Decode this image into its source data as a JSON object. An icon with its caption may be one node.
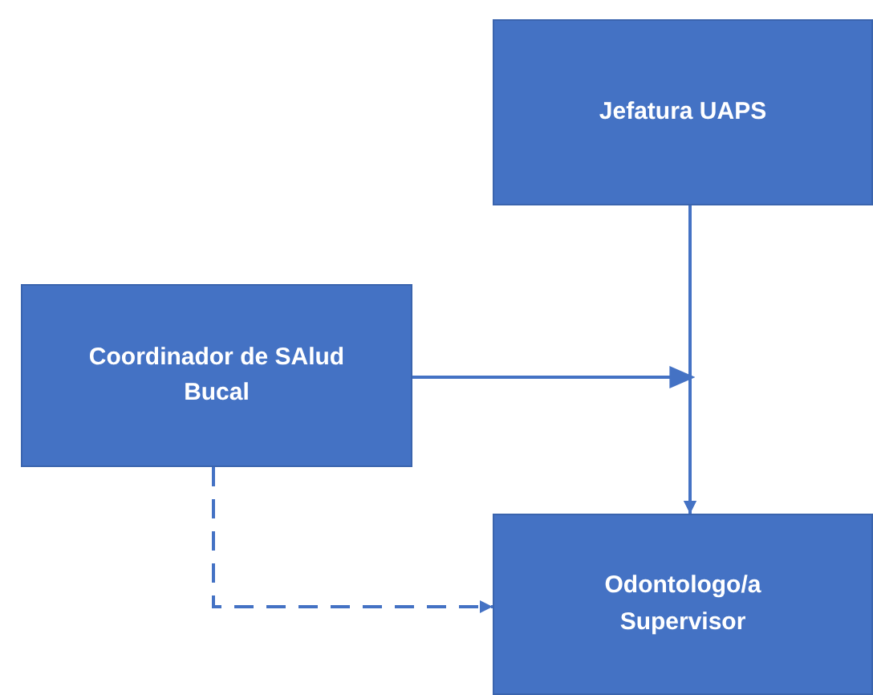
{
  "diagram": {
    "nodes": [
      {
        "text": [
          "Jefatura UAPS"
        ]
      },
      {
        "text": [
          "Coordinador de SAlud Bucal"
        ]
      },
      {
        "text": [
          "Odontologo/a Supervisor"
        ]
      }
    ],
    "edges": [
      {
        "from": 0,
        "to": 2,
        "arrow": "to"
      },
      {
        "from": 1,
        "to": 2,
        "arrow": "to"
      },
      {
        "from": 1,
        "to": 2,
        "arrow": "to",
        "style": "dashed"
      }
    ]
  }
}
